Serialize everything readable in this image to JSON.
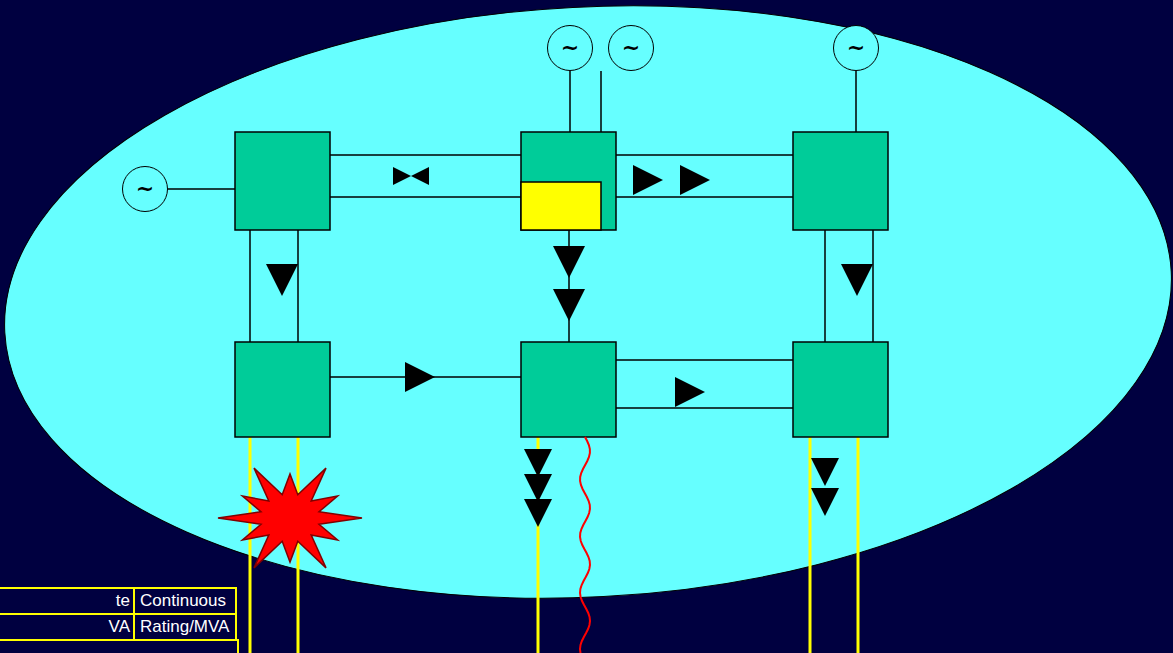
{
  "diagram": {
    "nodes": [
      {
        "text": [
          "~"
        ]
      },
      {
        "text": [
          "~"
        ]
      },
      {
        "text": [
          "~"
        ]
      },
      {
        "text": [
          "~"
        ]
      }
    ],
    "labels": [
      "te",
      "Continuous",
      "VA",
      "Rating/MVA"
    ]
  }
}
